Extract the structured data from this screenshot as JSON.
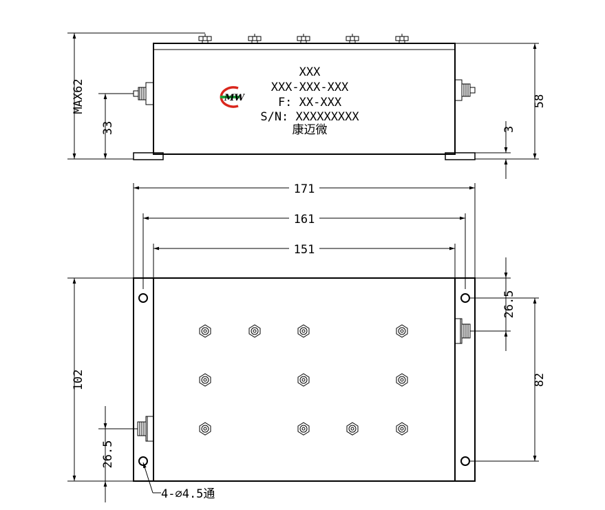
{
  "front_view": {
    "label_lines": [
      "XXX",
      "XXX-XXX-XXX",
      "F: XX-XXX",
      "S/N: XXXXXXXXX",
      "康迈微"
    ],
    "logo_text": "MW",
    "dimensions": {
      "max_height": "MAX62",
      "body_height": "58",
      "connector_height": "33",
      "flange_thickness": "3"
    }
  },
  "top_view": {
    "dimensions": {
      "overall_width": "171",
      "hole_spacing": "161",
      "body_width": "151",
      "overall_depth": "102",
      "hole_to_connector_left": "26.5",
      "hole_to_connector_right": "26.5",
      "hole_y_spacing": "82"
    },
    "hole_note": "4-∅4.5通"
  },
  "colors": {
    "line": "#000000",
    "logo_red": "#d9261c",
    "logo_green": "#1e9e3a"
  }
}
